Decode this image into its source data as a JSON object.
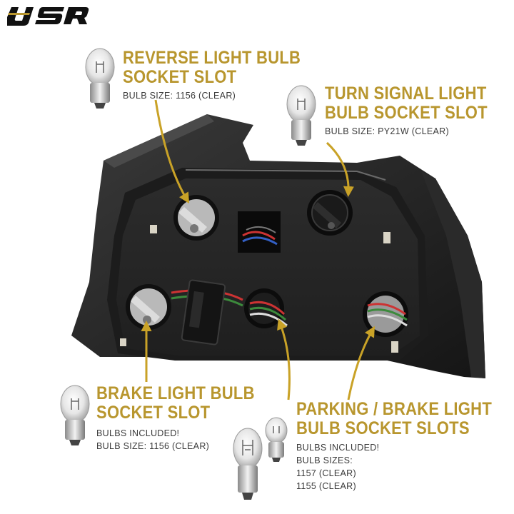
{
  "brand": {
    "logo_text": "USR",
    "accent_color": "#b8962e"
  },
  "callouts": {
    "reverse": {
      "title_line1": "REVERSE LIGHT BULB",
      "title_line2": "SOCKET SLOT",
      "sub_line1": "BULB SIZE: 1156 (CLEAR)"
    },
    "turn": {
      "title_line1": "TURN SIGNAL LIGHT",
      "title_line2": "BULB SOCKET SLOT",
      "sub_line1": "BULB SIZE: PY21W (CLEAR)"
    },
    "brake": {
      "title_line1": "BRAKE LIGHT BULB",
      "title_line2": "SOCKET SLOT",
      "sub_line1": "BULBS INCLUDED!",
      "sub_line2": "BULB SIZE: 1156 (CLEAR)"
    },
    "parking": {
      "title_line1": "PARKING / BRAKE LIGHT",
      "title_line2": "BULB SOCKET SLOTS",
      "sub_line1": "BULBS INCLUDED!",
      "sub_line2": "BULB SIZES:",
      "sub_line3": "1157 (CLEAR)",
      "sub_line4": "1155 (CLEAR)"
    }
  }
}
